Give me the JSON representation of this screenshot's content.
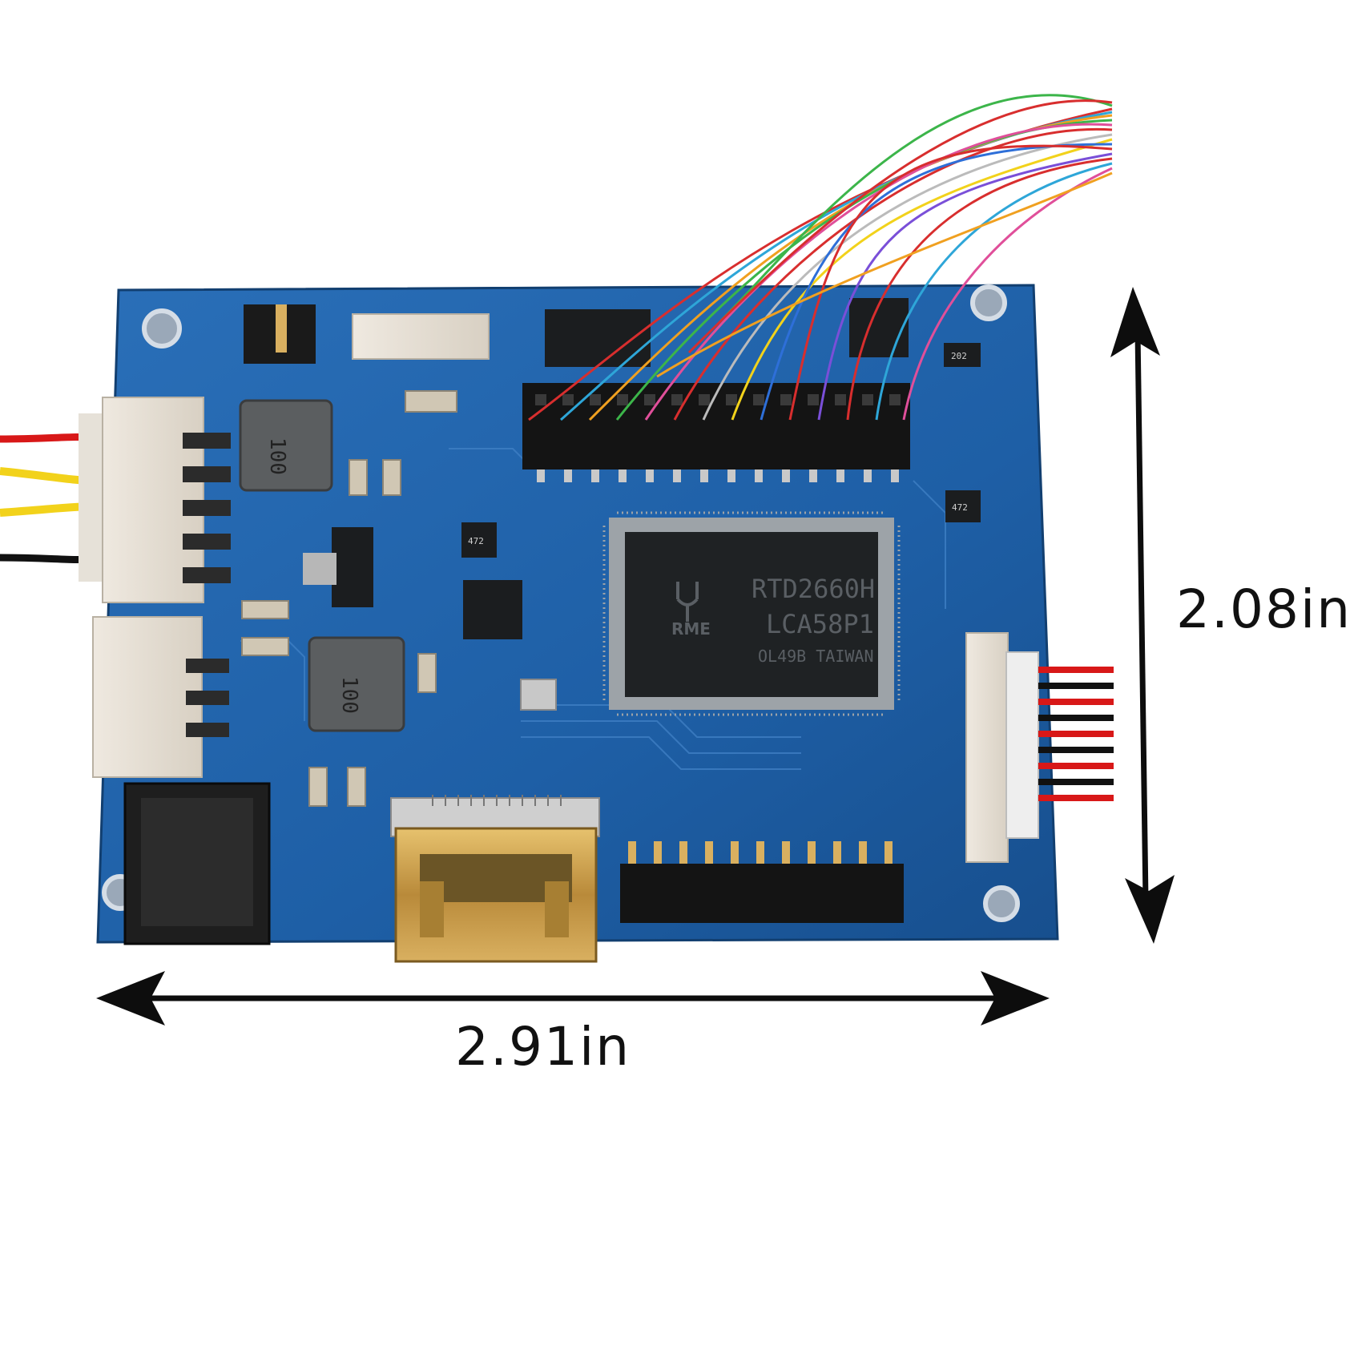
{
  "dimensions": {
    "width_label": "2.91in",
    "height_label": "2.08in"
  },
  "chip": {
    "line1": "RTD2660H",
    "line2": "LCA58P1",
    "line3": "OL49B TAIWAN",
    "logo": "RME"
  },
  "inductors": {
    "top_label": "100",
    "bottom_label": "100"
  },
  "small_ic_labels": {
    "a": "472",
    "b": "202",
    "c": "472"
  },
  "colors": {
    "pcb": "#1e5fa6",
    "arrow": "#0d0d0d"
  }
}
